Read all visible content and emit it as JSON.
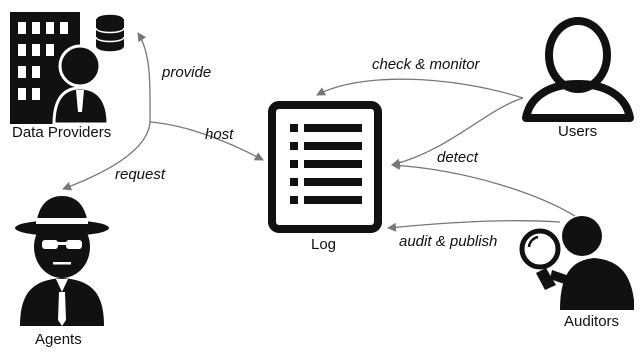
{
  "nodes": {
    "data_providers": {
      "label": "Data Providers",
      "icon": "building-with-person-and-database-icon"
    },
    "agents": {
      "label": "Agents",
      "icon": "hat-and-sunglasses-agent-icon"
    },
    "log": {
      "label": "Log",
      "icon": "document-list-icon"
    },
    "users": {
      "label": "Users",
      "icon": "user-outline-icon"
    },
    "auditors": {
      "label": "Auditors",
      "icon": "person-with-magnifying-glass-icon"
    }
  },
  "edges": {
    "provide": "provide",
    "host": "host",
    "request": "request",
    "check_monitor": "check & monitor",
    "detect": "detect",
    "audit_publish": "audit & publish"
  },
  "colors": {
    "ink": "#111111",
    "arrow": "#777777"
  }
}
